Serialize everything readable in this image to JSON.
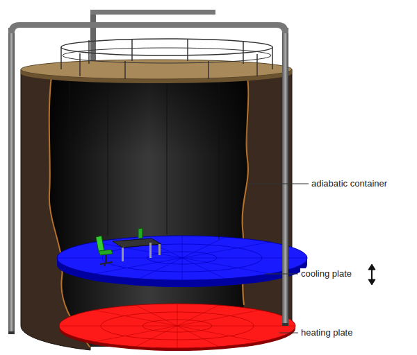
{
  "diagram": {
    "labels": [
      "adiabatic container",
      "cooling plate",
      "heating plate"
    ]
  }
}
